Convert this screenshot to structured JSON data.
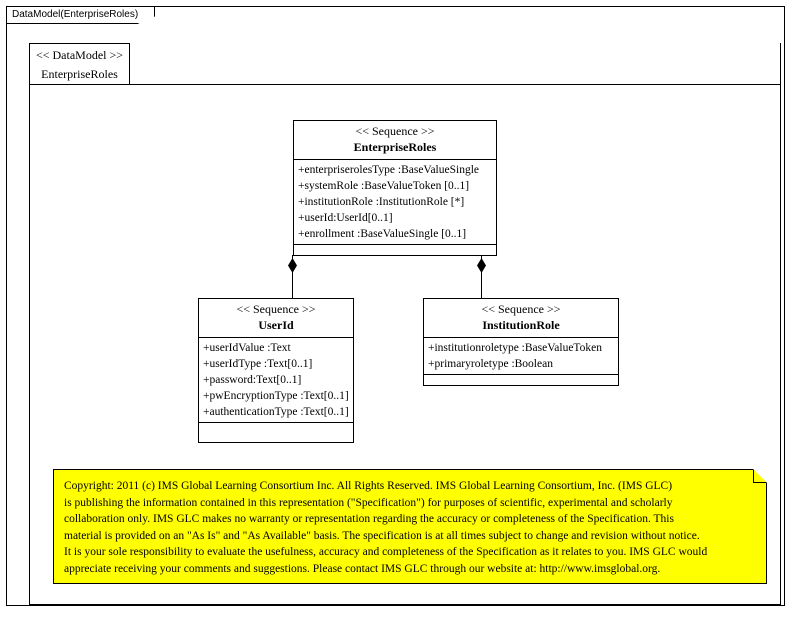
{
  "frame": {
    "label": "DataModel(EnterpriseRoles)"
  },
  "package": {
    "stereotype": "<< DataModel >>",
    "name": "EnterpriseRoles"
  },
  "classes": [
    {
      "id": "enterpriseroles",
      "stereotype": "<< Sequence >>",
      "name": "EnterpriseRoles",
      "attributes": [
        "+enterpriserolesType  :BaseValueSingle",
        "+systemRole :BaseValueToken [0..1]",
        "+institutionRole   :InstitutionRole  [*]",
        "+userId:UserId[0..1]",
        "+enrollment :BaseValueSingle  [0..1]"
      ],
      "operations": []
    },
    {
      "id": "userid",
      "stereotype": "<< Sequence >>",
      "name": "UserId",
      "attributes": [
        "+userIdValue :Text",
        "+userIdType :Text[0..1]",
        "+password:Text[0..1]",
        "+pwEncryptionType  :Text[0..1]",
        "+authenticationType  :Text[0..1]"
      ],
      "operations": []
    },
    {
      "id": "institutionrole",
      "stereotype": "<< Sequence >>",
      "name": "InstitutionRole",
      "attributes": [
        "+institutionroletype   :BaseValueToken",
        "+primaryroletype  :Boolean"
      ],
      "operations": []
    }
  ],
  "relationships": [
    {
      "type": "composition",
      "from": "EnterpriseRoles",
      "to": "UserId"
    },
    {
      "type": "composition",
      "from": "EnterpriseRoles",
      "to": "InstitutionRole"
    }
  ],
  "note": {
    "background_color": "#ffff00",
    "lines": [
      "Copyright: 2011 (c) IMS Global Learning Consortium Inc.  All Rights Reserved.  IMS Global Learning Consortium, Inc. (IMS GLC)",
      "is publishing the information contained in this representation (\"Specification\") for purposes of scientific, experimental and scholarly",
      "collaboration only.  IMS GLC makes no warranty or representation regarding the accuracy or completeness of the Specification.  This",
      "material is provided on an \"As Is\" and \"As Available\" basis.  The specification is at all times subject to change and revision without notice.",
      "It is your sole responsibility to evaluate the usefulness, accuracy and completeness of the Specification as it relates to you.  IMS GLC would",
      "appreciate receiving your comments and suggestions.  Please contact IMS GLC through our website at: http://www.imsglobal.org."
    ]
  }
}
